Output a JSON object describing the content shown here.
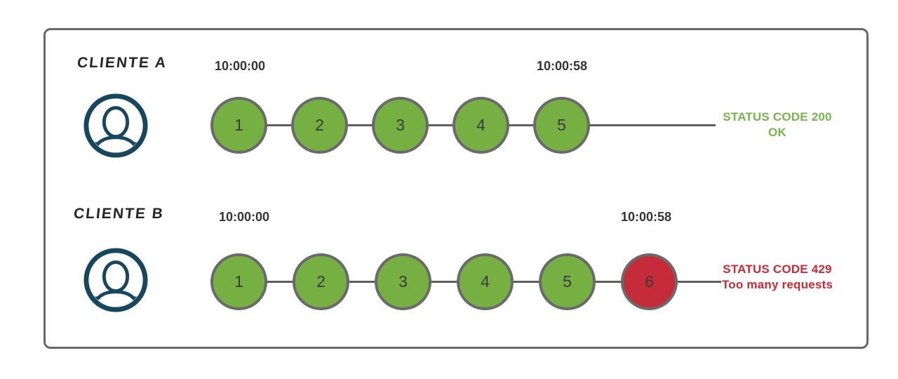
{
  "rows": [
    {
      "client_label": "CLIENTE A",
      "start_time": "10:00:00",
      "end_time": "10:00:58",
      "circles": [
        "1",
        "2",
        "3",
        "4",
        "5"
      ],
      "status_line1": "STATUS CODE 200",
      "status_line2": "OK"
    },
    {
      "client_label": "CLIENTE B",
      "start_time": "10:00:00",
      "end_time": "10:00:58",
      "circles": [
        "1",
        "2",
        "3",
        "4",
        "5",
        "6"
      ],
      "status_line1": "STATUS CODE 429",
      "status_line2": "Too many requests"
    }
  ],
  "icons": {
    "client_a": "user-icon",
    "client_b": "user-icon"
  },
  "colors": {
    "request_ok_fill": "#76b043",
    "request_error_fill": "#c62b39",
    "status_ok_text": "#77b44c",
    "status_error_text": "#cc2936",
    "avatar_stroke": "#16475f",
    "circle_border": "#6a6a6a",
    "timeline": "#5e5e5e",
    "frame_border": "#686868"
  }
}
